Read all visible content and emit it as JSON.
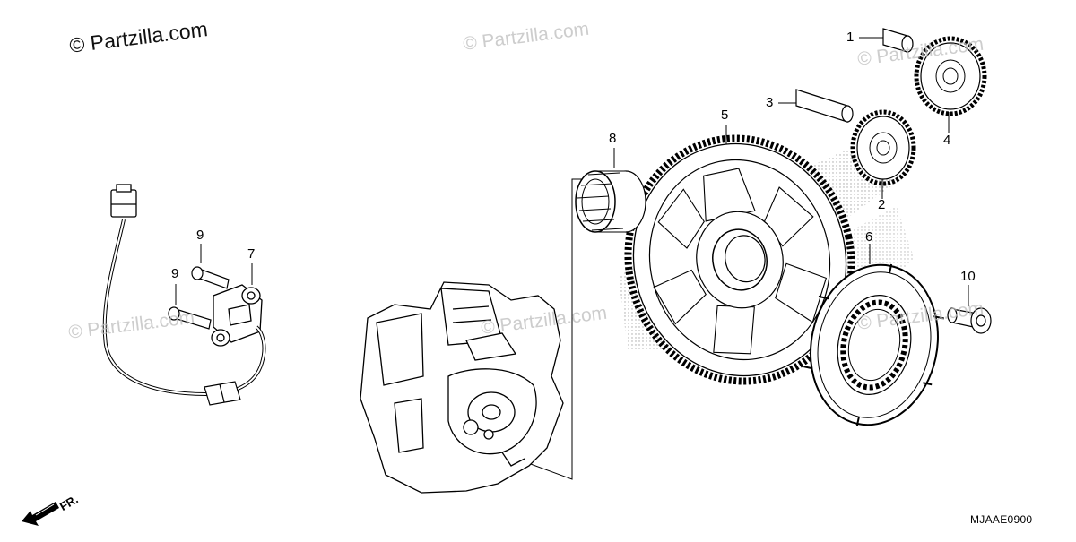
{
  "watermark": {
    "primary": "© Partzilla.com",
    "faint": "© Partzilla.com"
  },
  "callouts": {
    "c1": "1",
    "c2": "2",
    "c3": "3",
    "c4": "4",
    "c5": "5",
    "c6": "6",
    "c7": "7",
    "c8": "8",
    "c9a": "9",
    "c9b": "9",
    "c10": "10"
  },
  "direction_label": "FR.",
  "diagram_code": "MJAAE0900",
  "colors": {
    "line": "#000000",
    "shade": "#9a9a9a",
    "watermark": "#bdbdbd"
  }
}
